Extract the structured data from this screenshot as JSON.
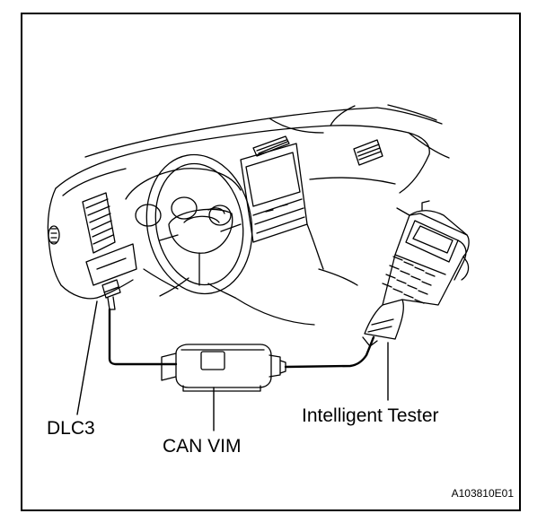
{
  "diagram": {
    "labels": {
      "dlc3": "DLC3",
      "can_vim": "CAN VIM",
      "intelligent_tester": "Intelligent Tester"
    },
    "figure_id": "A103810E01"
  },
  "icons": {
    "dashboard": "car-dashboard-illustration",
    "connector": "dlc3-connector-icon",
    "interface_box": "can-vim-module-icon",
    "handheld": "intelligent-tester-device-icon"
  },
  "colors": {
    "line": "#000000",
    "background": "#ffffff"
  }
}
